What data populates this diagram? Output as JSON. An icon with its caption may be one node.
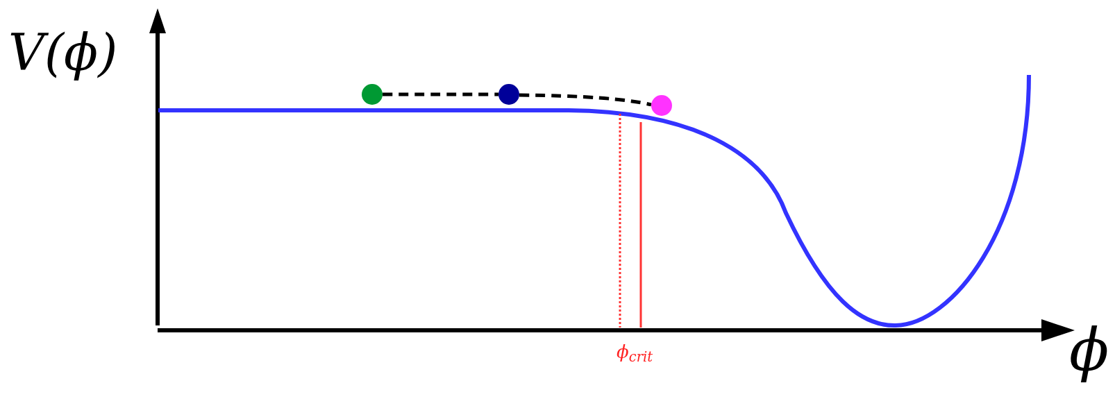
{
  "diagram": {
    "nodes": [
      {
        "text": [],
        "shape": "circle"
      },
      {
        "text": [],
        "shape": "circle"
      },
      {
        "text": [],
        "shape": "circle"
      }
    ],
    "edges": [
      {
        "from": 0,
        "to": 1,
        "arrow": "none",
        "style": "dashed"
      },
      {
        "from": 1,
        "to": 2,
        "arrow": "none",
        "style": "dashed"
      }
    ],
    "labels": [
      "V(ϕ)",
      "ϕ$_{crit}$",
      "ϕ"
    ]
  }
}
